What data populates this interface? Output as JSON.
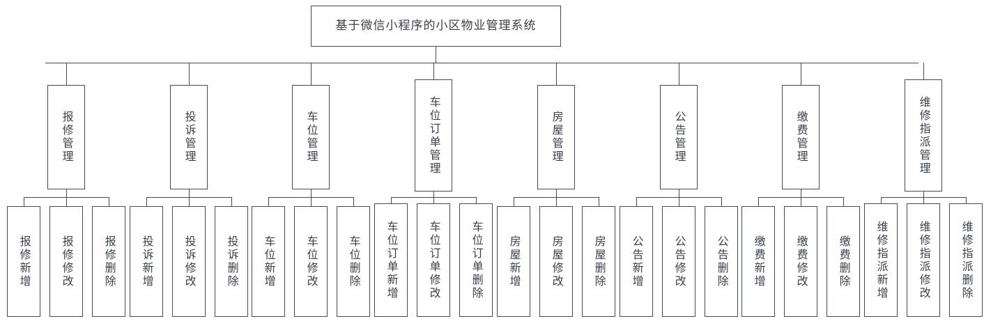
{
  "diagram": {
    "type": "org-chart",
    "title": "基于微信小程序的小区物业管理系统",
    "root": {
      "label": "基于微信小程序的小区物业管理系统"
    },
    "modules": [
      {
        "label": "报修管理",
        "children": [
          {
            "label": "报修新增"
          },
          {
            "label": "报修修改"
          },
          {
            "label": "报修删除"
          }
        ]
      },
      {
        "label": "投诉管理",
        "children": [
          {
            "label": "投诉新增"
          },
          {
            "label": "投诉修改"
          },
          {
            "label": "投诉删除"
          }
        ]
      },
      {
        "label": "车位管理",
        "children": [
          {
            "label": "车位新增"
          },
          {
            "label": "车位修改"
          },
          {
            "label": "车位删除"
          }
        ]
      },
      {
        "label": "车位订单管理",
        "children": [
          {
            "label": "车位订单新增"
          },
          {
            "label": "车位订单修改"
          },
          {
            "label": "车位订单删除"
          }
        ]
      },
      {
        "label": "房屋管理",
        "children": [
          {
            "label": "房屋新增"
          },
          {
            "label": "房屋修改"
          },
          {
            "label": "房屋删除"
          }
        ]
      },
      {
        "label": "公告管理",
        "children": [
          {
            "label": "公告新增"
          },
          {
            "label": "公告修改"
          },
          {
            "label": "公告删除"
          }
        ]
      },
      {
        "label": "缴费管理",
        "children": [
          {
            "label": "缴费新增"
          },
          {
            "label": "缴费修改"
          },
          {
            "label": "缴费删除"
          }
        ]
      },
      {
        "label": "维修指派管理",
        "children": [
          {
            "label": "维修指派新增"
          },
          {
            "label": "维修指派修改"
          },
          {
            "label": "维修指派删除"
          }
        ]
      }
    ],
    "colors": {
      "border": "#434a54",
      "text": "#3b4049",
      "background": "#ffffff"
    }
  }
}
